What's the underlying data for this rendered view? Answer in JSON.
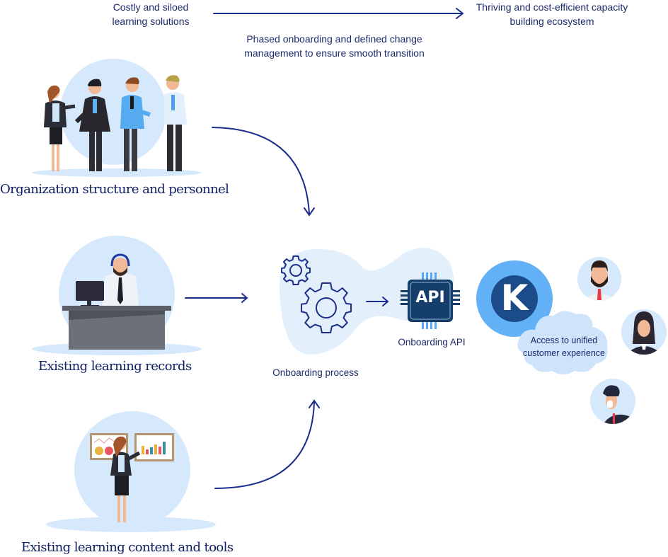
{
  "header": {
    "from_label": "Costly and siloed learning solutions",
    "to_label": "Thriving and cost-efficient capacity building ecosystem",
    "transition_label": "Phased onboarding and defined change management to ensure smooth transition"
  },
  "inputs": [
    {
      "label": "Organization structure and personnel",
      "illustration": "team-of-people"
    },
    {
      "label": "Existing learning records",
      "illustration": "agent-at-desk"
    },
    {
      "label": "Existing learning content and tools",
      "illustration": "presenter-with-charts"
    }
  ],
  "process": {
    "label": "Onboarding process",
    "icon": "gears-icon"
  },
  "api": {
    "label": "Onboarding API",
    "chip_text": "API"
  },
  "platform": {
    "logo_letter": "K",
    "cloud_label": "Access to unified customer experience"
  },
  "customers": [
    "bearded-man",
    "woman",
    "man-on-phone"
  ],
  "colors": {
    "arrow": "#1a2d8c",
    "text": "#1c2a6b",
    "circle_bg": "#d6e8fb",
    "logo_outer": "#62b1f7",
    "logo_inner": "#1c4b8a",
    "chip": "#153e6b"
  }
}
